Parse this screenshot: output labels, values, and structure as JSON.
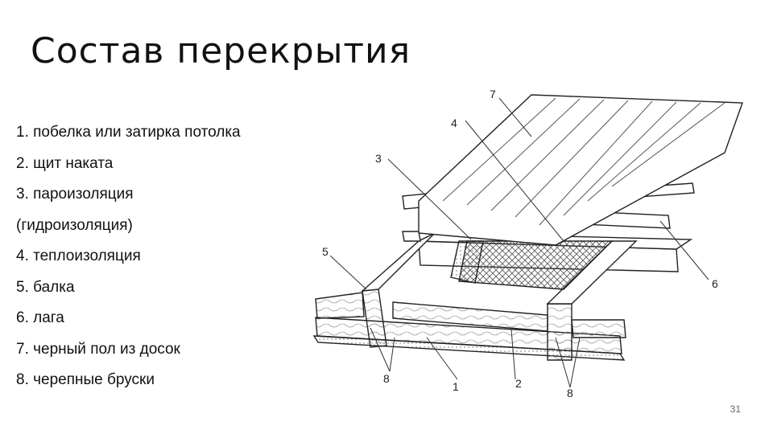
{
  "slide": {
    "title": "Состав перекрытия",
    "page_number": "31"
  },
  "legend": [
    "1. побелка или затирка потолка",
    "2. щит наката",
    "3. пароизоляция",
    "(гидроизоляция)",
    "4. теплоизоляция",
    "5. балка",
    "6. лага",
    "7. черный пол из досок",
    "8. черепные бруски"
  ],
  "diagram_callouts": [
    "7",
    "4",
    "3",
    "5",
    "6",
    "8",
    "1",
    "2",
    "8"
  ]
}
